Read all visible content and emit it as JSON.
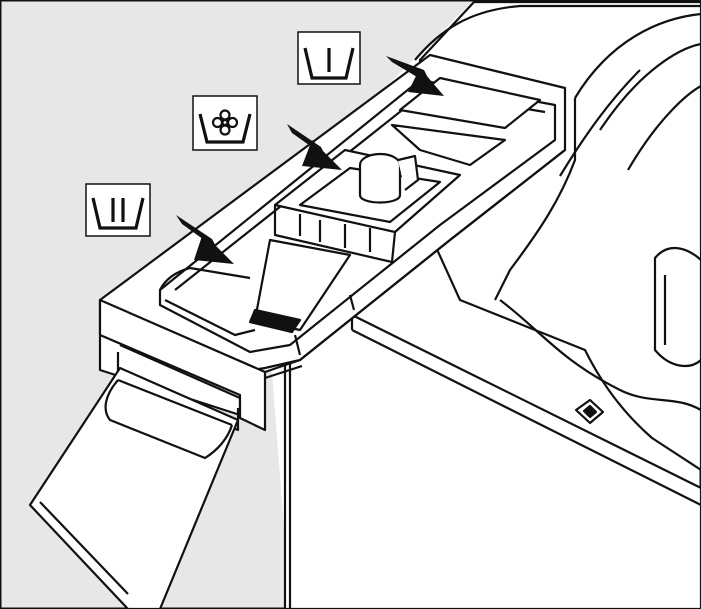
{
  "figure": {
    "background_color": "#e7e7e7",
    "line_color": "#111111",
    "fill_color": "#ffffff"
  },
  "callouts": [
    {
      "id": "prewash",
      "symbol": "tub-one-bar-icon"
    },
    {
      "id": "softener",
      "symbol": "tub-flower-icon"
    },
    {
      "id": "mainwash",
      "symbol": "tub-two-bars-icon"
    }
  ]
}
